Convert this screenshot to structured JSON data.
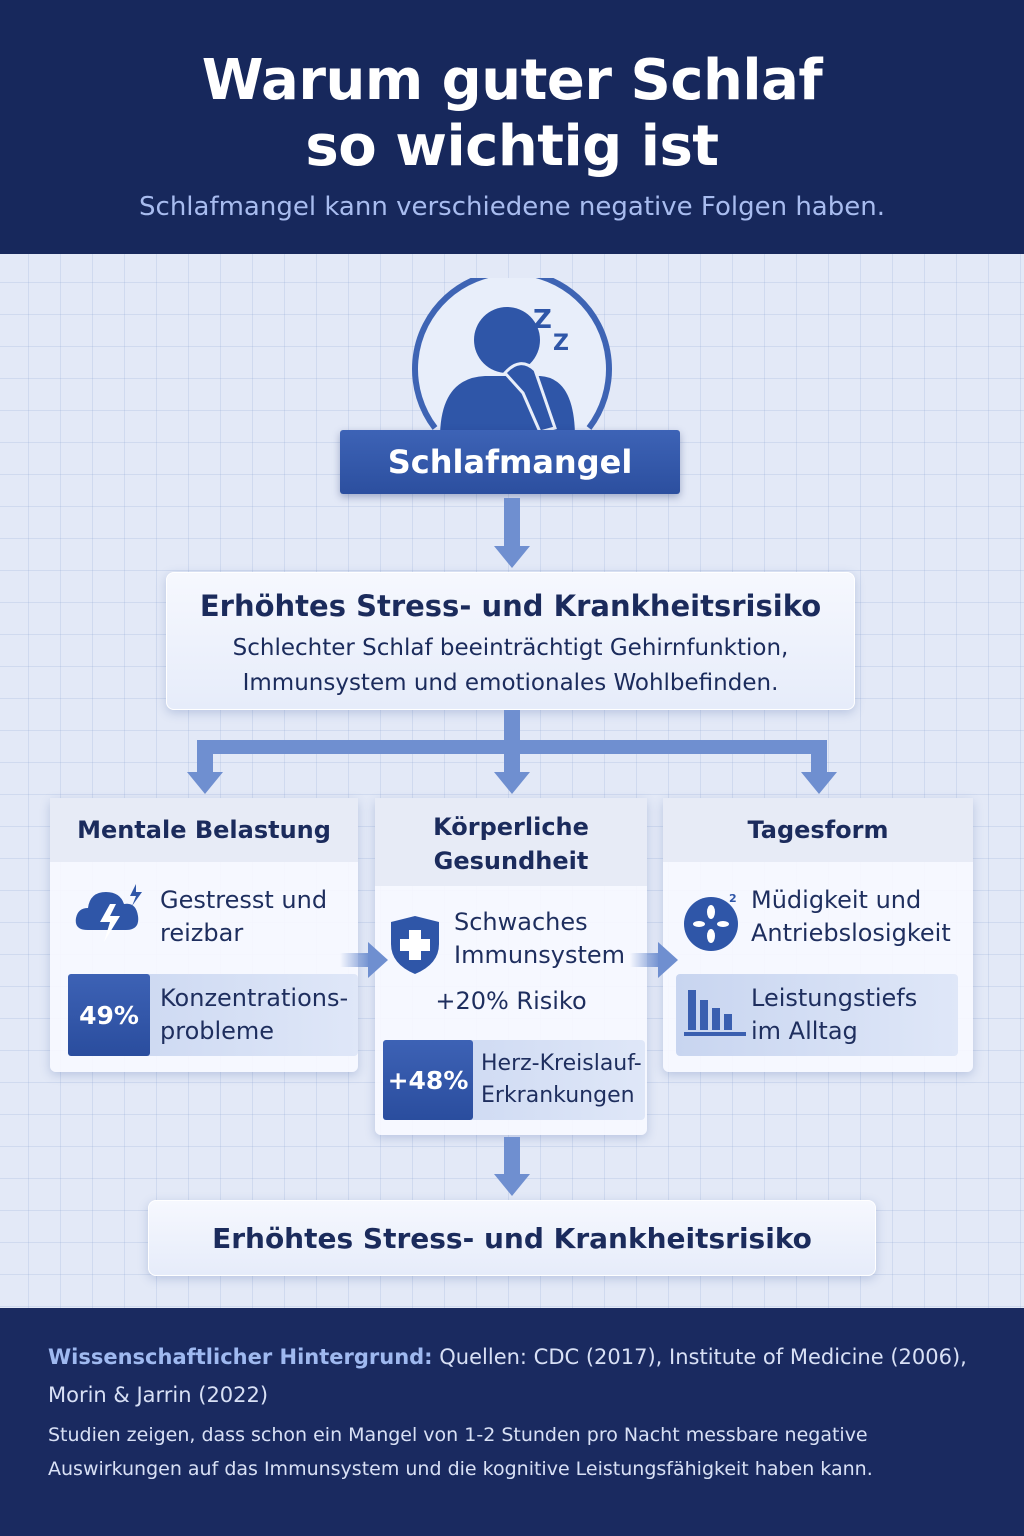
{
  "header": {
    "title_line1": "Warum guter Schlaf",
    "title_line2": "so wichtig ist",
    "subtitle": "Schlafmangel kann verschiedene negative Folgen haben."
  },
  "center": {
    "icon": "yawning-person-icon",
    "label": "Schlafmangel"
  },
  "risk_box": {
    "title": "Erhöhtes Stress- und Krankheitsrisiko",
    "line1": "Schlechter Schlaf beeinträchtigt Gehirnfunktion,",
    "line2": "Immunsystem und emotionales Wohlbefinden."
  },
  "cards": [
    {
      "title": "Mentale Belastung",
      "item_icon": "stress-cloud-lightning-icon",
      "item_line1": "Gestresst und",
      "item_line2": "reizbar",
      "stat": "49%",
      "stat_line1": "Konzentrations-",
      "stat_line2": "probleme"
    },
    {
      "title_line1": "Körperliche",
      "title_line2": "Gesundheit",
      "item_icon": "shield-cross-icon",
      "item_line1": "Schwaches",
      "item_line2": "Immunsystem",
      "risk": "+20% Risiko",
      "stat": "+48%",
      "stat_line1": "Herz-Kreislauf-",
      "stat_line2": "Erkrankungen"
    },
    {
      "title": "Tagesform",
      "item_icon": "fatigue-icon",
      "item_line1": "Müdigkeit und",
      "item_line2": "Antriebslosigkeit",
      "stat_icon": "bar-chart-decline-icon",
      "stat_line1": "Leistungstiefs",
      "stat_line2": "im Alltag"
    }
  ],
  "bottom_box": {
    "title": "Erhöhtes Stress- und Krankheitsrisiko"
  },
  "footer": {
    "label": "Wissenschaftlicher Hintergrund:",
    "sources_line1": " Quellen: CDC (2017), Institute of Medicine (2006),",
    "sources_line2": "Morin & Jarrin (2022)",
    "note_line1": "Studien zeigen, dass schon ein Mangel von 1-2 Stunden pro Nacht messbare negative",
    "note_line2": "Auswirkungen auf das Immunsystem und die kognitive Leistungsfähigkeit haben kann."
  },
  "colors": {
    "navy": "#17285c",
    "accent": "#3a5fb0",
    "background": "#e3e9f7"
  }
}
